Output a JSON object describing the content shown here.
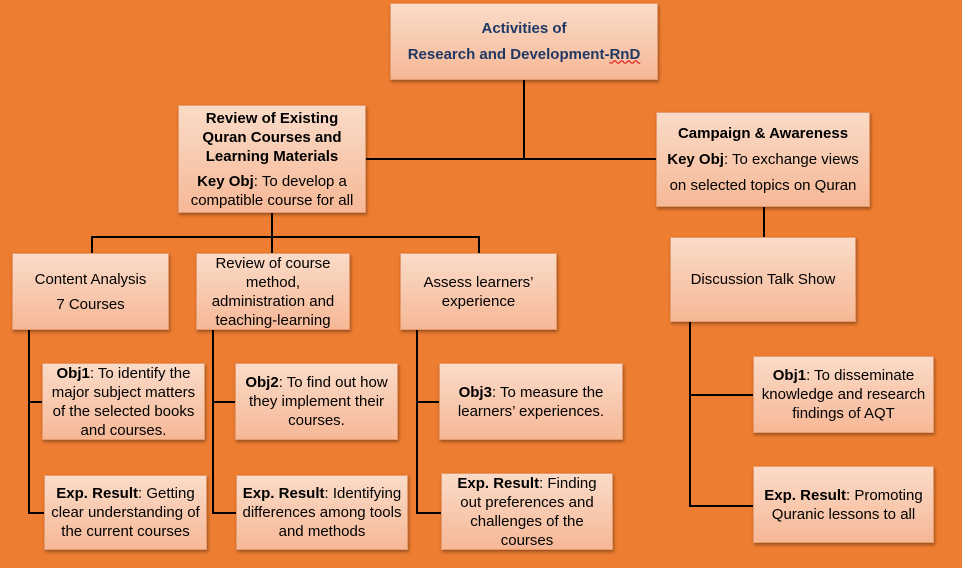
{
  "root": {
    "line1": "Activities of",
    "line2_prefix": "Research and Development-",
    "line2_suffix": "RnD"
  },
  "review": {
    "title": "Review of Existing Quran Courses and Learning Materials",
    "obj_label": "Key Obj",
    "obj_text": ": To develop a compatible course for all"
  },
  "campaign": {
    "title": "Campaign & Awareness",
    "obj_label": "Key Obj",
    "obj_text": ": To exchange views on selected topics on Quran"
  },
  "content_analysis": {
    "line1": "Content Analysis",
    "line2": "7 Courses"
  },
  "review_course": {
    "text": "Review of course method, administration and teaching-learning"
  },
  "assess": {
    "text": "Assess learners’ experience"
  },
  "talk_show": {
    "text": "Discussion Talk Show"
  },
  "obj1_a": {
    "label": "Obj1",
    "text": ": To identify the major subject matters of the selected books and courses."
  },
  "obj2": {
    "label": "Obj2",
    "text": ": To find out how they implement their courses."
  },
  "obj3": {
    "label": "Obj3",
    "text": ": To measure the learners’ experiences."
  },
  "obj1_b": {
    "label": "Obj1",
    "text": ": To  disseminate knowledge and research findings of AQT"
  },
  "res1": {
    "label": "Exp. Result",
    "text": ": Getting clear understanding of the current courses"
  },
  "res2": {
    "label": "Exp. Result",
    "text": ": Identifying differences among tools and methods"
  },
  "res3": {
    "label": "Exp. Result",
    "text": ": Finding out preferences and challenges of the courses"
  },
  "res4": {
    "label": "Exp. Result",
    "text": ": Promoting Quranic lessons to all"
  }
}
